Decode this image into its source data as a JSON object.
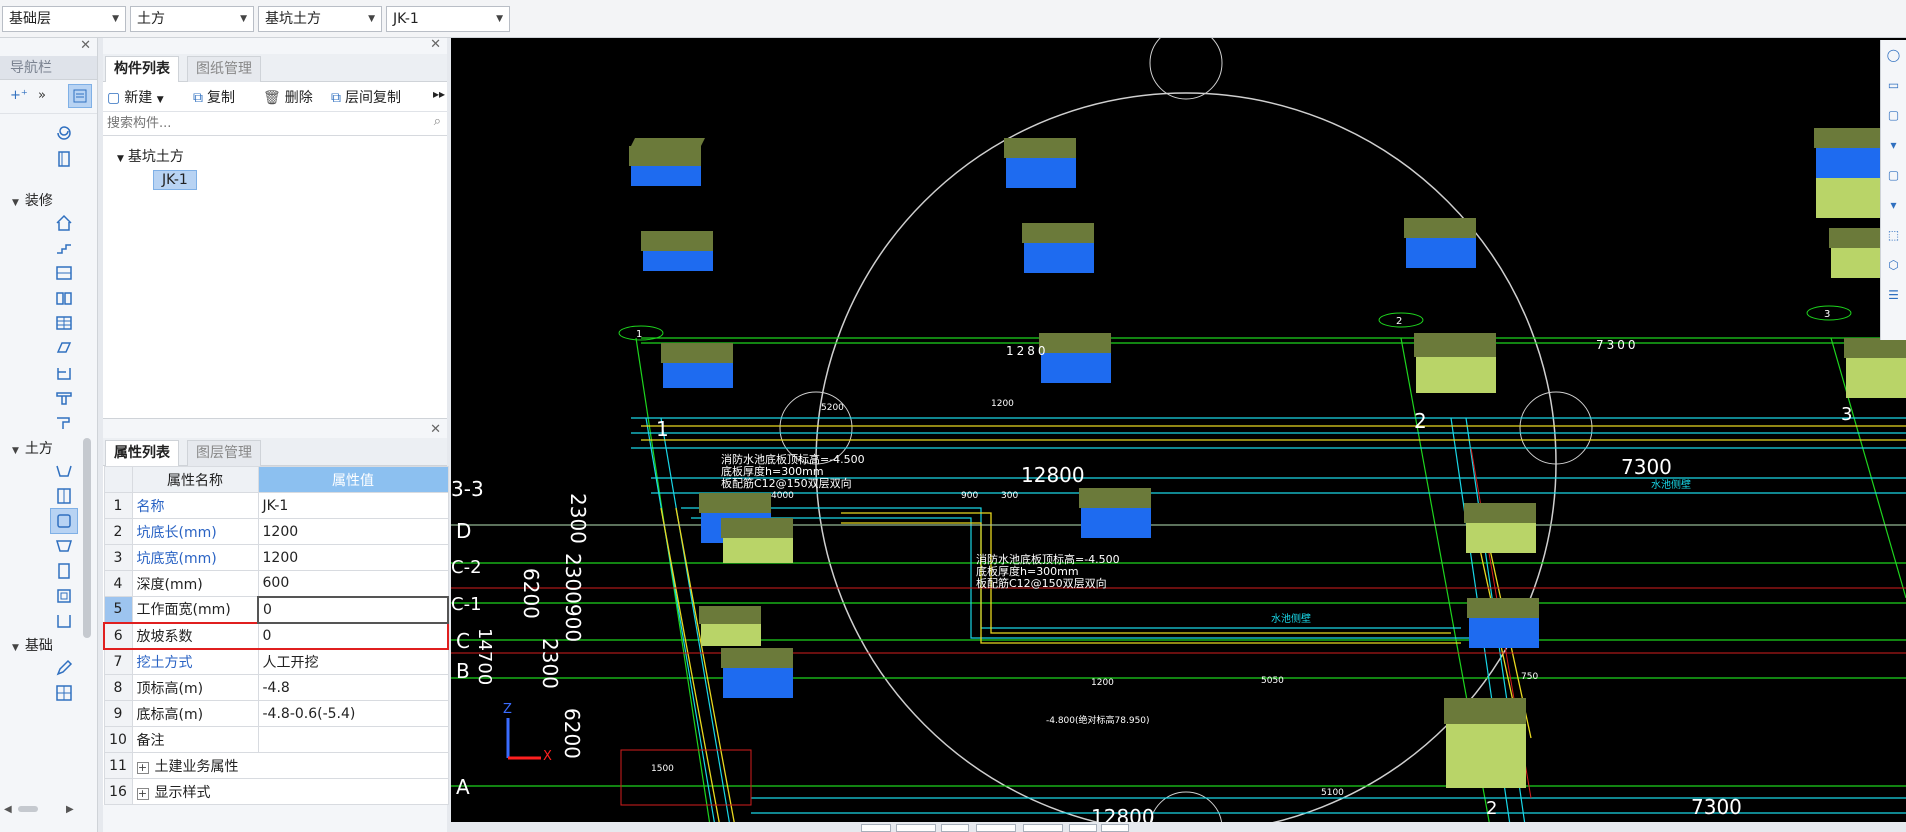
{
  "topbar": {
    "floor": "基础层",
    "category": "土方",
    "subtype": "基坑土方",
    "component": "JK-1"
  },
  "nav": {
    "title": "导航栏",
    "sections": [
      {
        "label": "装修",
        "icons": [
          "home-icon",
          "stair-icon",
          "wall-panel-icon",
          "book-icon",
          "table-grid-icon",
          "ceiling-icon",
          "niche-icon",
          "column-cap-icon",
          "brush-icon"
        ]
      },
      {
        "label": "土方",
        "icons": [
          "trench-icon",
          "column-dig-icon",
          "pit-icon",
          "foundation-pit-icon",
          "backfill-icon",
          "excavation-icon",
          "trench-basin-icon"
        ]
      },
      {
        "label": "基础",
        "icons": [
          "pencil-icon",
          "grid-foundation-icon"
        ]
      }
    ]
  },
  "component_panel": {
    "tabs": [
      "构件列表",
      "图纸管理"
    ],
    "toolbar": {
      "new": "新建",
      "copy": "复制",
      "delete": "删除",
      "floor_copy": "层间复制"
    },
    "search_placeholder": "搜索构件...",
    "tree_root": "基坑土方",
    "tree_item": "JK-1"
  },
  "property_panel": {
    "tabs": [
      "属性列表",
      "图层管理"
    ],
    "col_name": "属性名称",
    "col_value": "属性值",
    "rows": [
      {
        "no": "1",
        "name": "名称",
        "value": "JK-1",
        "blue": true
      },
      {
        "no": "2",
        "name": "坑底长(mm)",
        "value": "1200",
        "blue": true
      },
      {
        "no": "3",
        "name": "坑底宽(mm)",
        "value": "1200",
        "blue": true
      },
      {
        "no": "4",
        "name": "深度(mm)",
        "value": "600",
        "blue": false
      },
      {
        "no": "5",
        "name": "工作面宽(mm)",
        "value": "0",
        "blue": false
      },
      {
        "no": "6",
        "name": "放坡系数",
        "value": "0",
        "blue": false
      },
      {
        "no": "7",
        "name": "挖土方式",
        "value": "人工开挖",
        "blue": true
      },
      {
        "no": "8",
        "name": "顶标高(m)",
        "value": "-4.8",
        "blue": false
      },
      {
        "no": "9",
        "name": "底标高(m)",
        "value": "-4.8-0.6(-5.4)",
        "blue": false
      },
      {
        "no": "10",
        "name": "备注",
        "value": "",
        "blue": false
      },
      {
        "no": "11",
        "name": "土建业务属性",
        "value": "",
        "blue": false,
        "expand": true
      },
      {
        "no": "16",
        "name": "显示样式",
        "value": "",
        "blue": false,
        "expand": true
      }
    ]
  },
  "cad": {
    "labels": {
      "dim_12800_top": "12800",
      "dim_12800_bottom": "12800",
      "dim_12800_mid": "1280",
      "dim_7300_top": "7300",
      "dim_7300_mid": "7300",
      "dim_7300_bottom": "7300",
      "axis_1": "1",
      "axis_2": "2",
      "axis_3": "3",
      "axis_2b": "2",
      "axis_3_3": "3-3",
      "axis_D": "D",
      "axis_C2": "C-2",
      "axis_C1": "C-1",
      "axis_C": "C",
      "axis_B": "B",
      "axis_A": "A",
      "dim_2300a": "2300",
      "dim_6200": "6200",
      "dim_2300900": "2300900",
      "dim_14700": "14700",
      "dim_2300b": "2300",
      "dim_6200b": "6200",
      "note1": "消防水池底板顶标高=-4.500",
      "note2": "底板厚度h=300mm",
      "note3": "板配筋C12@150双层双向",
      "note4": "消防水池底板顶标高=-4.500",
      "note5": "底板厚度h=300mm",
      "note6": "板配筋C12@150双层双向",
      "note7": "水池侧壁",
      "note8": "水池侧壁",
      "note9": "-4.800(绝对标高78.950)",
      "small_1200a": "1200",
      "small_5200": "5200",
      "small_1200b": "1200",
      "small_5050": "5050",
      "small_750": "750",
      "small_1500": "1500",
      "small_5100": "5100",
      "small_4000": "4000",
      "small_900": "900",
      "small_300": "300",
      "axis_label_Z": "Z",
      "axis_label_X": "X"
    }
  }
}
